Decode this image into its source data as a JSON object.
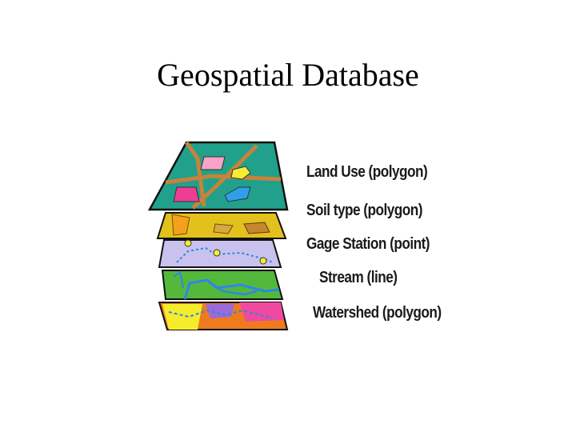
{
  "slide": {
    "title": "Geospatial Database"
  },
  "diagram": {
    "layers": [
      {
        "label": "Land Use (polygon)",
        "color": "#21a18c"
      },
      {
        "label": "Soil type (polygon)",
        "color": "#e3c11d"
      },
      {
        "label": "Gage Station (point)",
        "color": "#c9c2ee"
      },
      {
        "label": "Stream (line)",
        "color": "#54b83c"
      },
      {
        "label": "Watershed (polygon)",
        "color": "#f07a1e"
      }
    ],
    "colors": {
      "stream": "#2f86e8",
      "road": "#c8823a",
      "gage_point": "#f6ec33",
      "outline": "#111111"
    }
  }
}
